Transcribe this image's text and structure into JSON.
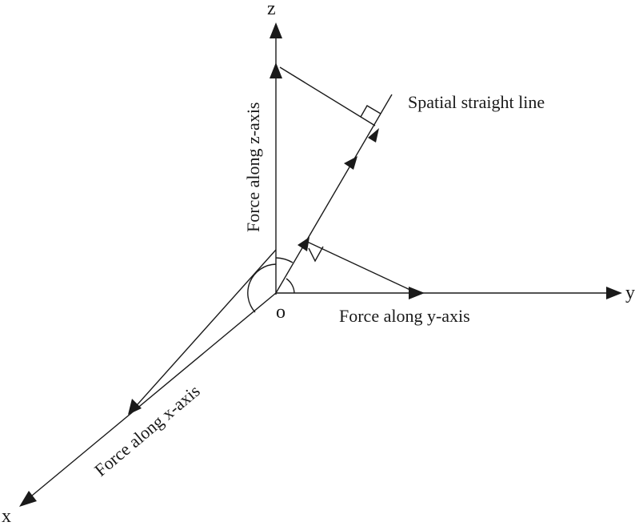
{
  "diagram": {
    "axes": {
      "z": "z",
      "y": "y",
      "x": "x",
      "origin": "o"
    },
    "labels": {
      "spatial_line": "Spatial straight line",
      "force_z": "Force along z-axis",
      "force_y": "Force along y-axis",
      "force_x": "Force along x-axis"
    }
  },
  "colors": {
    "line": "#1a1a1a",
    "background": "#ffffff"
  }
}
